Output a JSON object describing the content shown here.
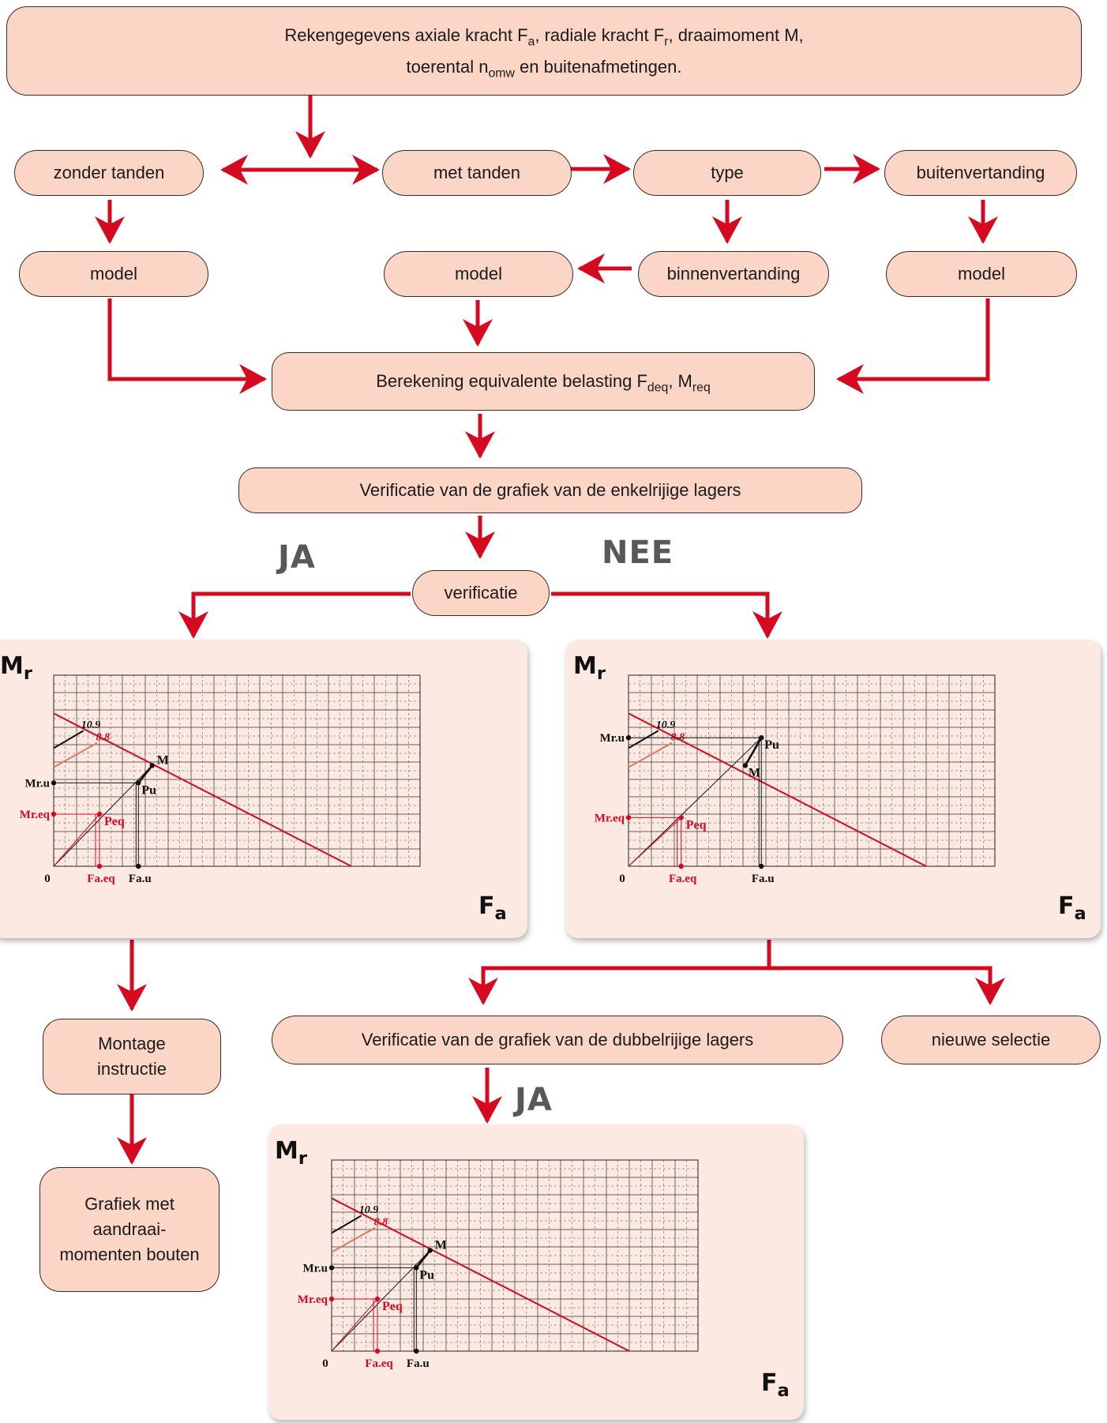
{
  "nodes": {
    "input": {
      "line1_pre": "Rekengegevens axiale kracht F",
      "line1_sub_a": "a",
      "line1_mid": ", radiale kracht F",
      "line1_sub_r": "r",
      "line1_post": ", draaimoment M,",
      "line2_pre": "toerental n",
      "line2_sub": "omw",
      "line2_post": " en buitenafmetingen."
    },
    "zonder_tanden": "zonder tanden",
    "met_tanden": "met tanden",
    "type": "type",
    "buitenvertanding": "buitenvertanding",
    "model_left": "model",
    "model_center": "model",
    "binnenvertanding": "binnenvertanding",
    "model_right": "model",
    "berekening": {
      "pre": "Berekening equivalente belasting F",
      "sub1": "deq",
      "mid": ", M",
      "sub2": "req"
    },
    "verificatie_enkel": "Verificatie van de grafiek van de enkelrijige lagers",
    "verificatie": "verificatie",
    "montage": {
      "line1": "Montage",
      "line2": "instructie"
    },
    "grafiek": {
      "line1": "Grafiek met",
      "line2": "aandraai-",
      "line3": "momenten bouten"
    },
    "verificatie_dubbel": "Verificatie van de grafiek van de dubbelrijige lagers",
    "nieuwe_selectie": "nieuwe selectie"
  },
  "labels": {
    "ja_left": "JA",
    "nee": "NEE",
    "ja_bottom": "JA"
  },
  "charts": {
    "axis_y": {
      "main": "M",
      "sub": "r"
    },
    "axis_x": {
      "main": "F",
      "sub": "a"
    },
    "origin": "0",
    "grade_109": "10.9",
    "grade_88": "8.8",
    "point_m": "M",
    "point_pu": "Pu",
    "point_peq": "Peq",
    "mr_u": "Mr.u",
    "mr_eq": "Mr.eq",
    "fa_eq": "Fa.eq",
    "fa_u": "Fa.u"
  },
  "colors": {
    "box_fill": "#fbd6c6",
    "panel_fill": "#fbe9e2",
    "arrow_red": "#d5091f",
    "label_grey": "#585858"
  }
}
